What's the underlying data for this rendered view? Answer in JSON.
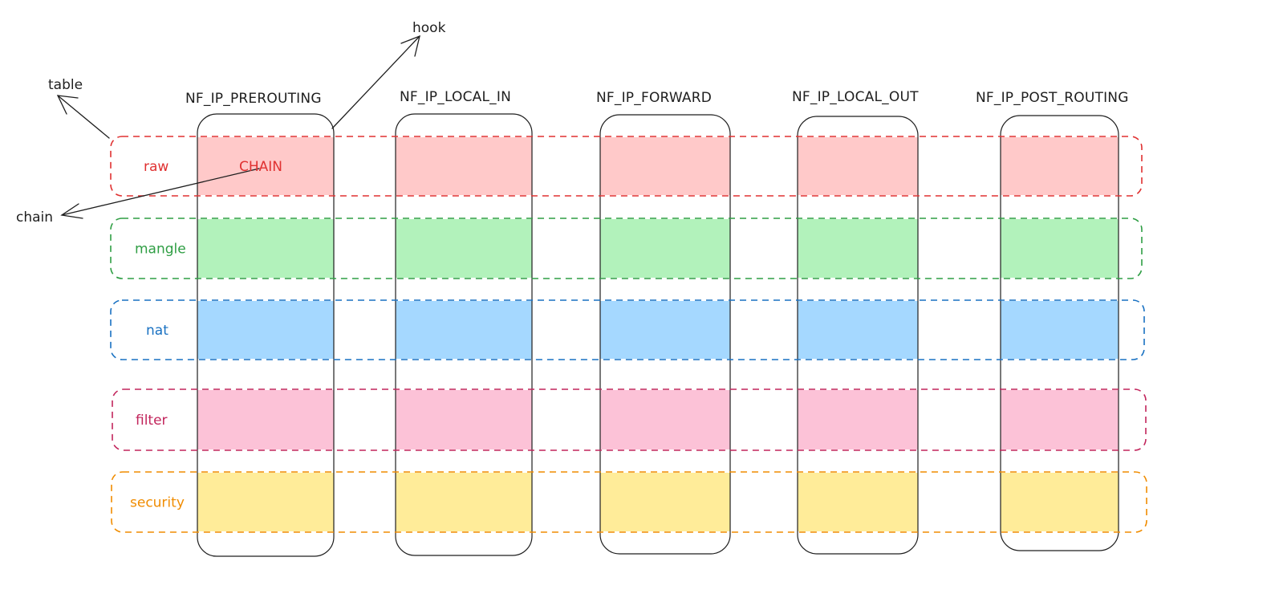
{
  "annotations": {
    "table": "table",
    "hook": "hook",
    "chain": "chain",
    "chain_cell": "CHAIN"
  },
  "hooks": [
    "NF_IP_PREROUTING",
    "NF_IP_LOCAL_IN",
    "NF_IP_FORWARD",
    "NF_IP_LOCAL_OUT",
    "NF_IP_POST_ROUTING"
  ],
  "tables": [
    {
      "name": "raw",
      "stroke": "#e03131",
      "fill": "#ffc9c9"
    },
    {
      "name": "mangle",
      "stroke": "#2f9e44",
      "fill": "#b2f2bb"
    },
    {
      "name": "nat",
      "stroke": "#1971c2",
      "fill": "#a5d8ff"
    },
    {
      "name": "filter",
      "stroke": "#c2255c",
      "fill": "#fcc2d7"
    },
    {
      "name": "security",
      "stroke": "#f08c00",
      "fill": "#ffec99"
    }
  ],
  "colors": {
    "ink": "#1e1e1e"
  }
}
